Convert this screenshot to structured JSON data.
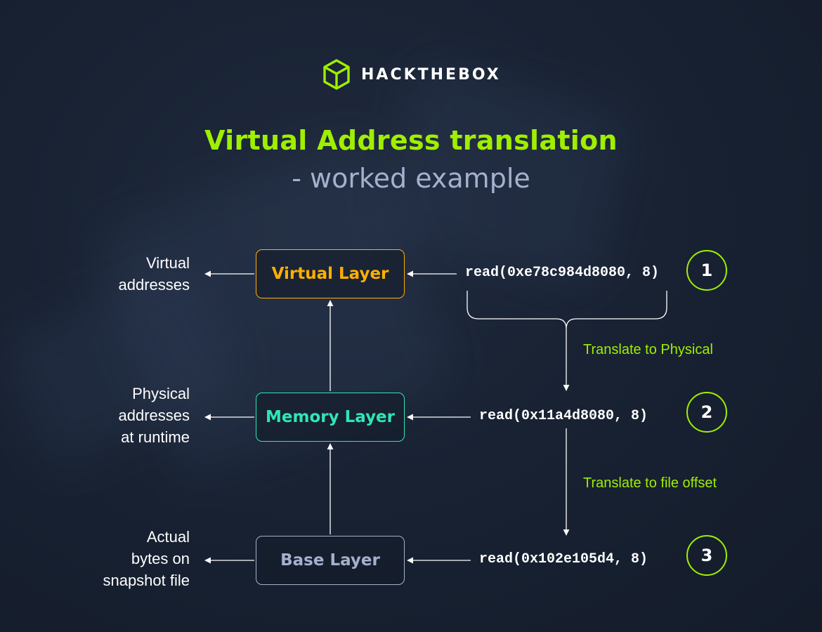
{
  "brand": {
    "name": "HACKTHEBOX",
    "logo_icon": "cube-icon",
    "accent_color": "#9fef00"
  },
  "title": {
    "line1": "Virtual Address translation",
    "line2": "- worked example"
  },
  "layers": {
    "virtual": {
      "label": "Virtual Layer",
      "color": "#ffaf00"
    },
    "memory": {
      "label": "Memory Layer",
      "color": "#2ee7b6"
    },
    "base": {
      "label": "Base Layer",
      "color": "#a4b1cd"
    }
  },
  "left_labels": {
    "virtual": "Virtual\naddresses",
    "physical": "Physical \naddresses\nat runtime",
    "actual": "Actual\nbytes on\nsnapshot file"
  },
  "reads": {
    "step1": "read(0xe78c984d8080, 8)",
    "step2": "read(0x11a4d8080, 8)",
    "step3": "read(0x102e105d4, 8)"
  },
  "steps": [
    "1",
    "2",
    "3"
  ],
  "translations": {
    "to_physical": "Translate to Physical",
    "to_file_offset": "Translate to file offset"
  }
}
